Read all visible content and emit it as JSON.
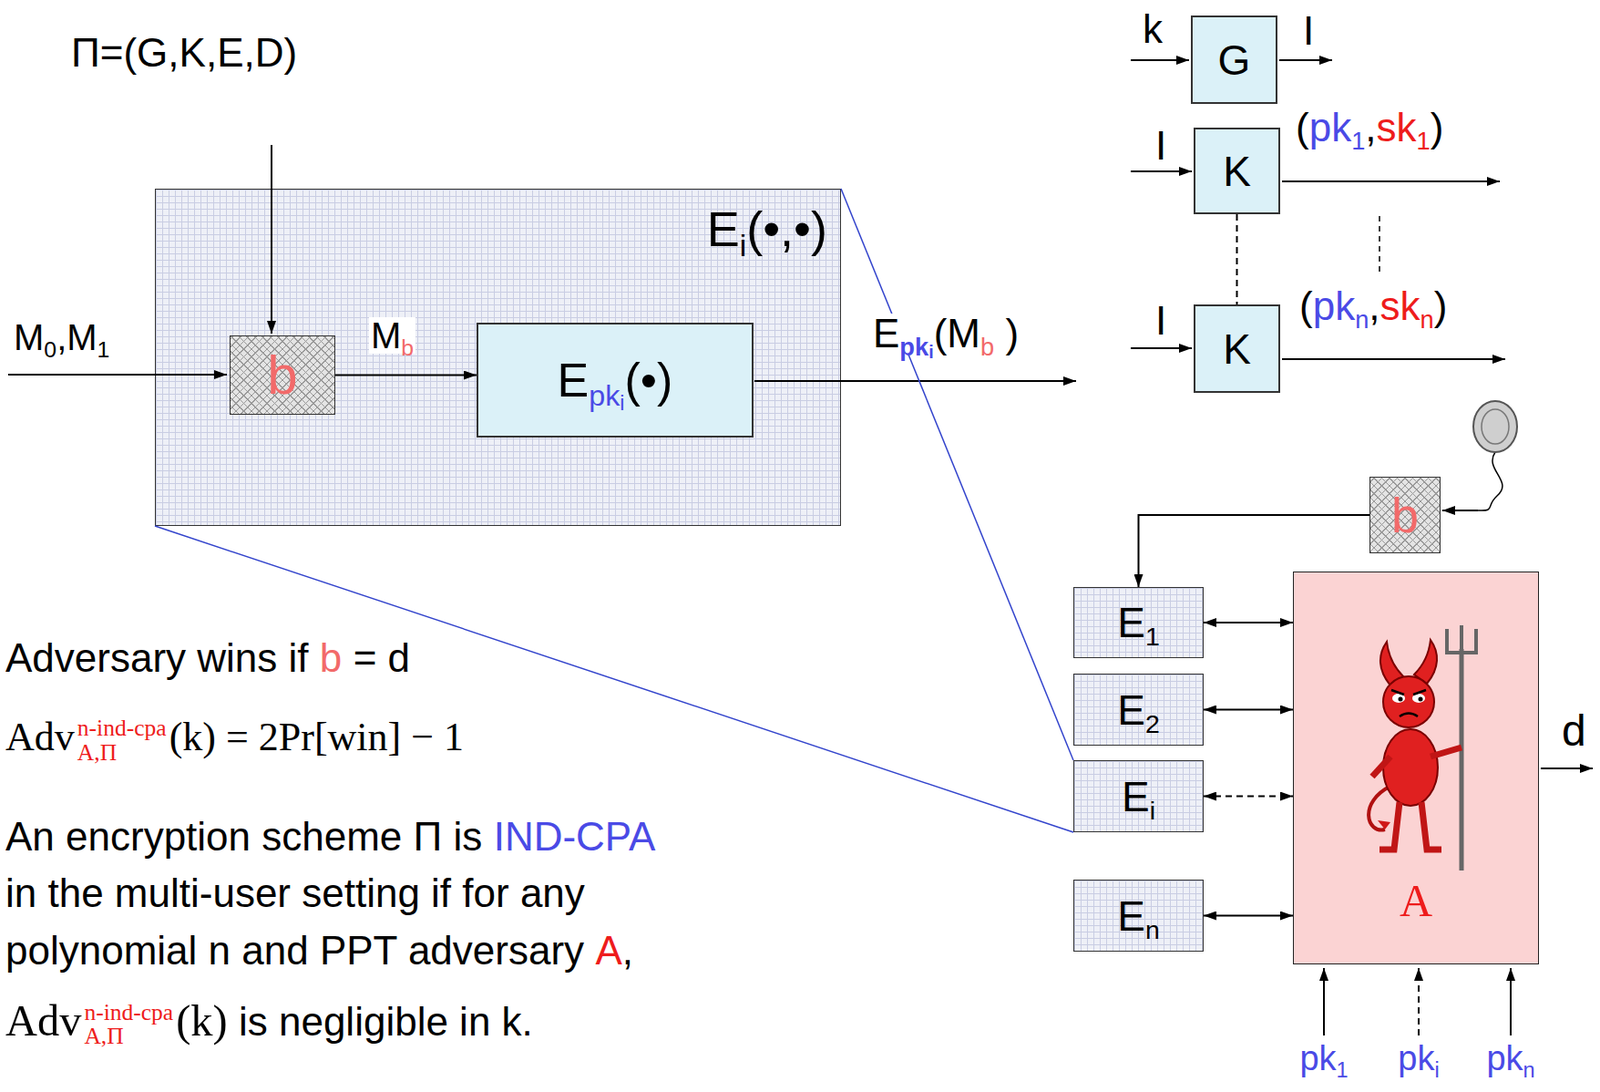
{
  "diagram": {
    "nodes": [
      {
        "text": [
          "E",
          "i",
          "(•,•)"
        ]
      },
      {
        "text": [
          "b"
        ],
        "in": 0
      },
      {
        "text": [
          "E",
          "pk",
          "i",
          "(•)"
        ],
        "in": 0
      },
      {
        "text": [
          "G"
        ]
      },
      {
        "text": [
          "K"
        ]
      },
      {
        "text": [
          "K"
        ]
      },
      {
        "text": [
          "b"
        ]
      },
      {
        "text": [
          "E",
          "1"
        ]
      },
      {
        "text": [
          "E",
          "2"
        ]
      },
      {
        "text": [
          "E",
          "i"
        ]
      },
      {
        "text": [
          "E",
          "n"
        ]
      },
      {
        "text": [
          "A"
        ]
      }
    ],
    "edges": [
      {
        "from": 1,
        "to": 2,
        "arrow": "to"
      },
      {
        "from": 4,
        "to": 5,
        "arrow": "none"
      },
      {
        "from": 6,
        "to": 7,
        "arrow": "to"
      },
      {
        "from": 7,
        "to": 11,
        "arrow": "both"
      },
      {
        "from": 8,
        "to": 11,
        "arrow": "both"
      },
      {
        "from": 9,
        "to": 11,
        "arrow": "both"
      },
      {
        "from": 10,
        "to": 11,
        "arrow": "both"
      },
      {
        "from": 0,
        "to": 9,
        "arrow": "none"
      },
      {
        "from": 0,
        "to": 9,
        "arrow": "none"
      }
    ],
    "labels": [
      "Π=(G,K,E,D)",
      "M",
      "0",
      ",M",
      "1",
      "M",
      "b",
      "E",
      "pk",
      "i",
      "(M",
      "b",
      ")",
      "k",
      "I",
      "I",
      "(",
      "pk",
      "1",
      ",",
      "sk",
      "1",
      ")",
      "I",
      "(",
      "pk",
      "n",
      ",",
      "sk",
      "n",
      ")",
      "d",
      "pk",
      "1",
      "pk",
      "i",
      "pk",
      "n",
      "Adversary wins if",
      "b",
      "= d",
      "Adv",
      "n-ind-cpa",
      "A,Π",
      "(k) = 2Pr[win] − 1",
      "An encryption scheme Π is",
      "IND-CPA",
      "in the multi-user setting if for any",
      "polynomial n and PPT adversary",
      "A",
      ",",
      "Adv",
      "n-ind-cpa",
      "A,Π",
      "(k)",
      "is negligible in k."
    ]
  }
}
